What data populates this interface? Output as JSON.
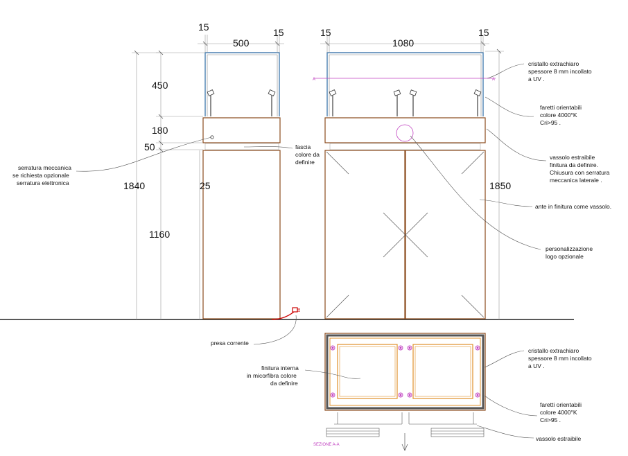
{
  "colors": {
    "line": "#222222",
    "cabinet": "#8a4a1c",
    "glass": "#4a7fb0",
    "dim": "#999999",
    "leader": "#555555",
    "accent": "#c040c0",
    "orange": "#e0902a",
    "plug": "#cc0000"
  },
  "dimensions": {
    "left_gap_left": "15",
    "left_gap_right": "15",
    "left_width": "500",
    "right_gap_left": "15",
    "right_gap_right": "15",
    "right_width": "1080",
    "h_glass": "450",
    "h_tray": "180",
    "h_strip": "50",
    "h_total_left": "1840",
    "h_plinth": "25",
    "h_base": "1160",
    "h_total_right": "1850"
  },
  "annotations": {
    "glass_top": [
      "cristallo extrachiaro",
      "spessore 8 mm incollato",
      "a UV ."
    ],
    "spot_top": [
      "faretti orientabili",
      "colore 4000°K",
      "Cri>95 ."
    ],
    "tray": [
      "vassolo estraibile",
      "finitura da definire.",
      "Chiusura con serratura",
      "meccanica laterale ."
    ],
    "doors": [
      "ante in finitura come vassolo."
    ],
    "logo": [
      "personalizzazione",
      "logo opzionale"
    ],
    "lock": [
      "serratura meccanica",
      "se richiesta opzionale",
      "serratura elettronica"
    ],
    "strip": [
      "fascia",
      "colore da",
      "definire"
    ],
    "socket": [
      "presa corrente"
    ],
    "interior": [
      "finitura interna",
      "in micorfibra colore",
      "da definire"
    ],
    "glass_plan": [
      "cristallo extrachiaro",
      "spessore 8 mm incollato",
      "a UV ."
    ],
    "spot_plan": [
      "faretti orientabili",
      "colore 4000°K",
      "Cri>95 ."
    ],
    "tray_plan": [
      "vassolo estraibile"
    ]
  },
  "section": {
    "mark_left": "A",
    "mark_right": "A",
    "label": "SEZIONE A-A"
  }
}
